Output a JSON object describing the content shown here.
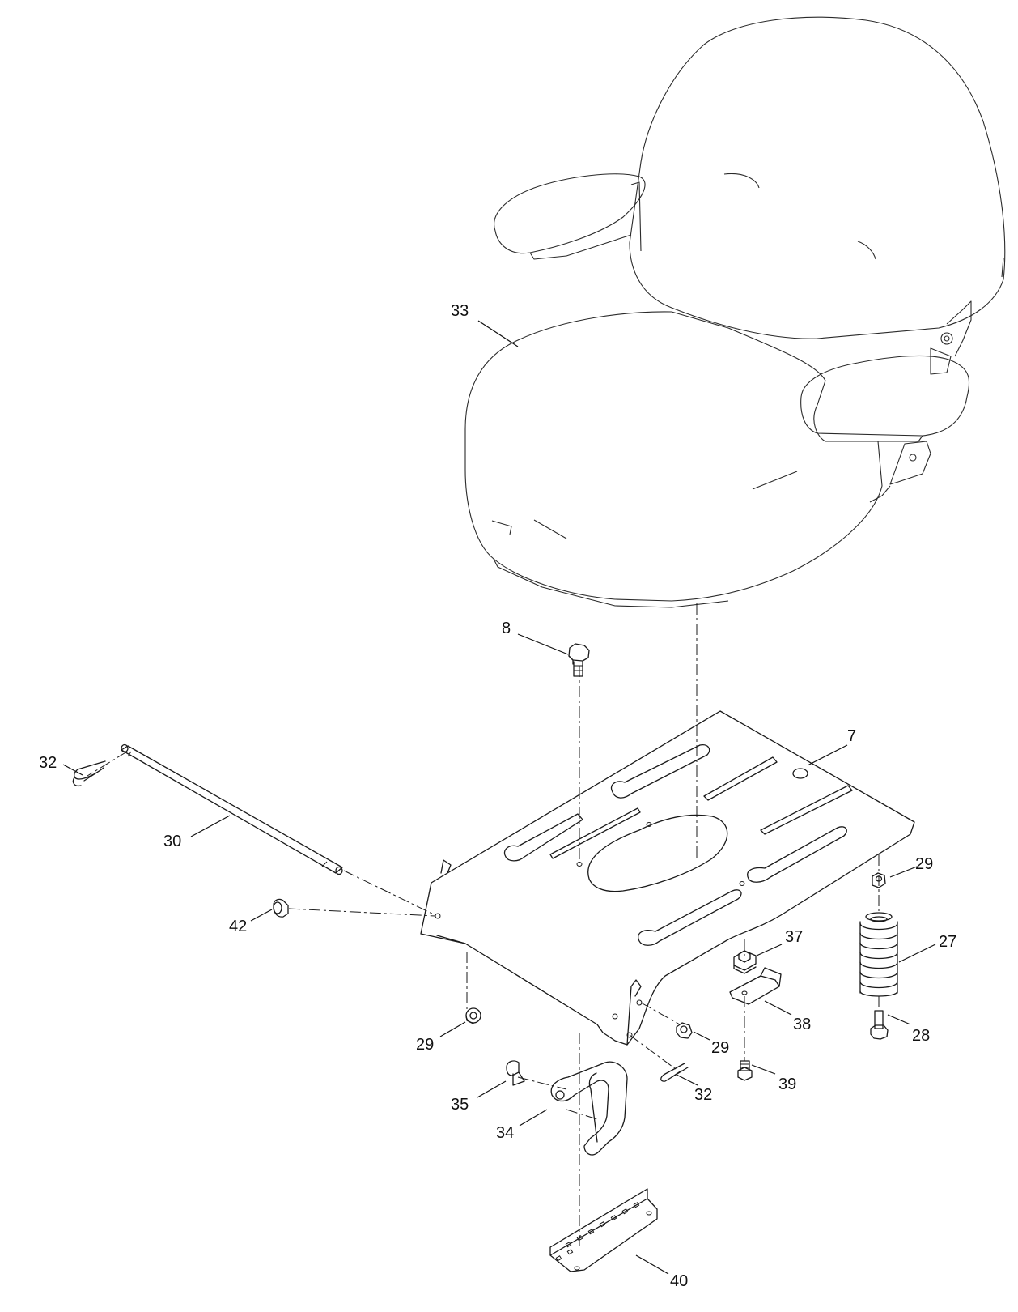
{
  "callouts": {
    "c33": "33",
    "c8": "8",
    "c7": "7",
    "c32a": "32",
    "c30": "30",
    "c42": "42",
    "c29a": "29",
    "c27": "27",
    "c37": "37",
    "c38": "38",
    "c28": "28",
    "c29b": "29",
    "c29c": "29",
    "c39": "39",
    "c32b": "32",
    "c35": "35",
    "c34": "34",
    "c40": "40"
  }
}
